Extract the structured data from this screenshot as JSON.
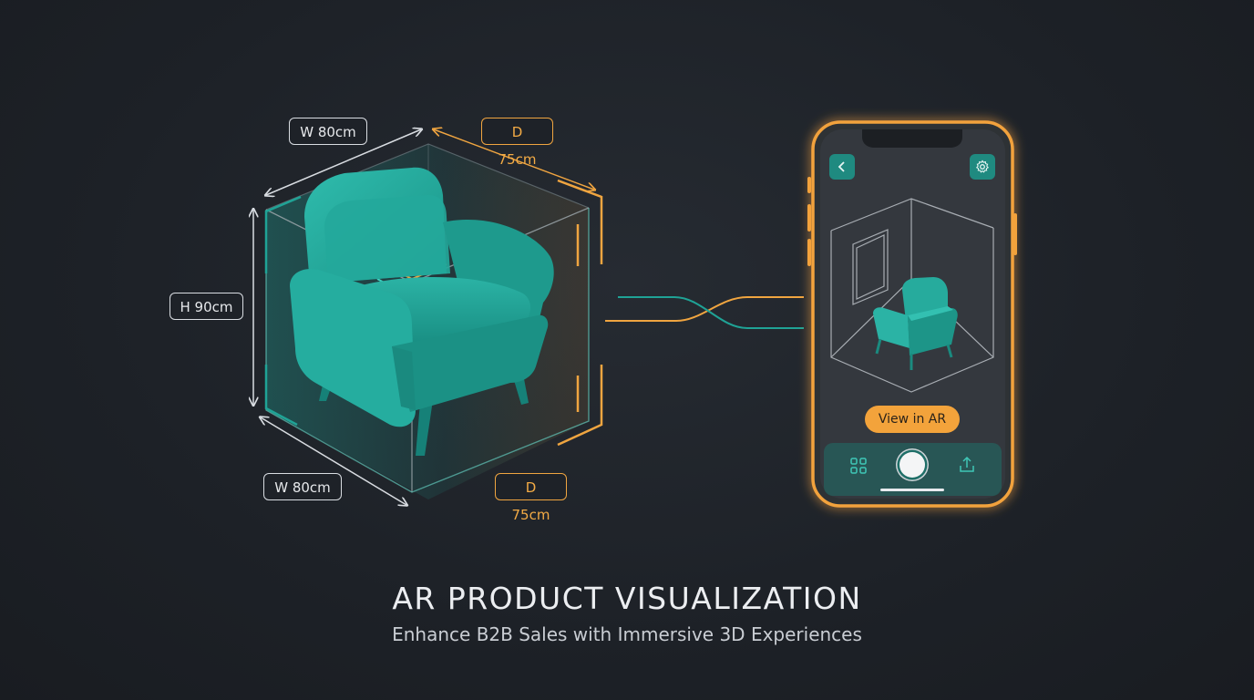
{
  "dimensions": {
    "width_top": "W 80cm",
    "depth_top": "D 75cm",
    "height_left": "H 90cm",
    "width_bottom": "W 80cm",
    "depth_bottom": "D 75cm"
  },
  "phone": {
    "back_icon": "chevron-left-icon",
    "settings_icon": "gear-icon",
    "ar_button_label": "View in AR",
    "bottom_bar": {
      "left_icon": "qr-scan-icon",
      "center_icon": "shutter-icon",
      "right_icon": "share-icon"
    }
  },
  "title": "AR PRODUCT VISUALIZATION",
  "subtitle": "Enhance B2B Sales with Immersive 3D Experiences",
  "colors": {
    "background": "#1d2127",
    "teal": "#1fa396",
    "orange": "#f0a540",
    "white_line": "#d9dde2"
  }
}
